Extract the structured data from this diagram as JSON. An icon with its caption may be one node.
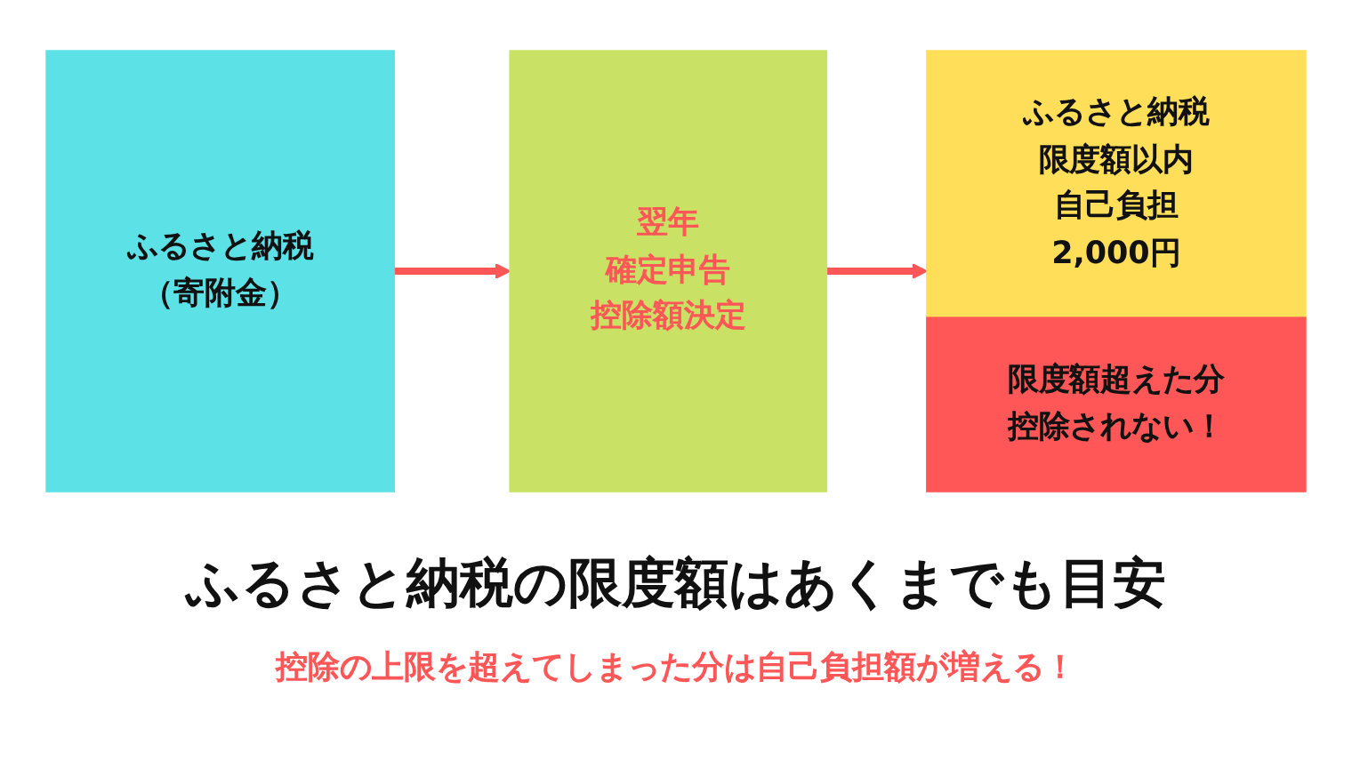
{
  "diagram": {
    "caption": "ふるさと納税の限度額はあくまでも目安",
    "nodes": [
      {
        "text": [
          "ふるさと納税",
          "（寄附金）"
        ]
      },
      {
        "text": [
          "翌年",
          "確定申告",
          "控除額決定"
        ]
      },
      {
        "text": [
          "ふるさと納税",
          "限度額以内",
          "自己負担",
          "2,000円"
        ]
      },
      {
        "text": [
          "限度額超えた分",
          "控除されない！"
        ]
      }
    ],
    "edges": [
      {
        "from": 0,
        "to": 1,
        "arrow": "to"
      },
      {
        "from": 1,
        "to": 2,
        "arrow": "to"
      }
    ],
    "labels": [
      "控除の上限を超えてしまった分は自己負担額が増える！"
    ]
  }
}
